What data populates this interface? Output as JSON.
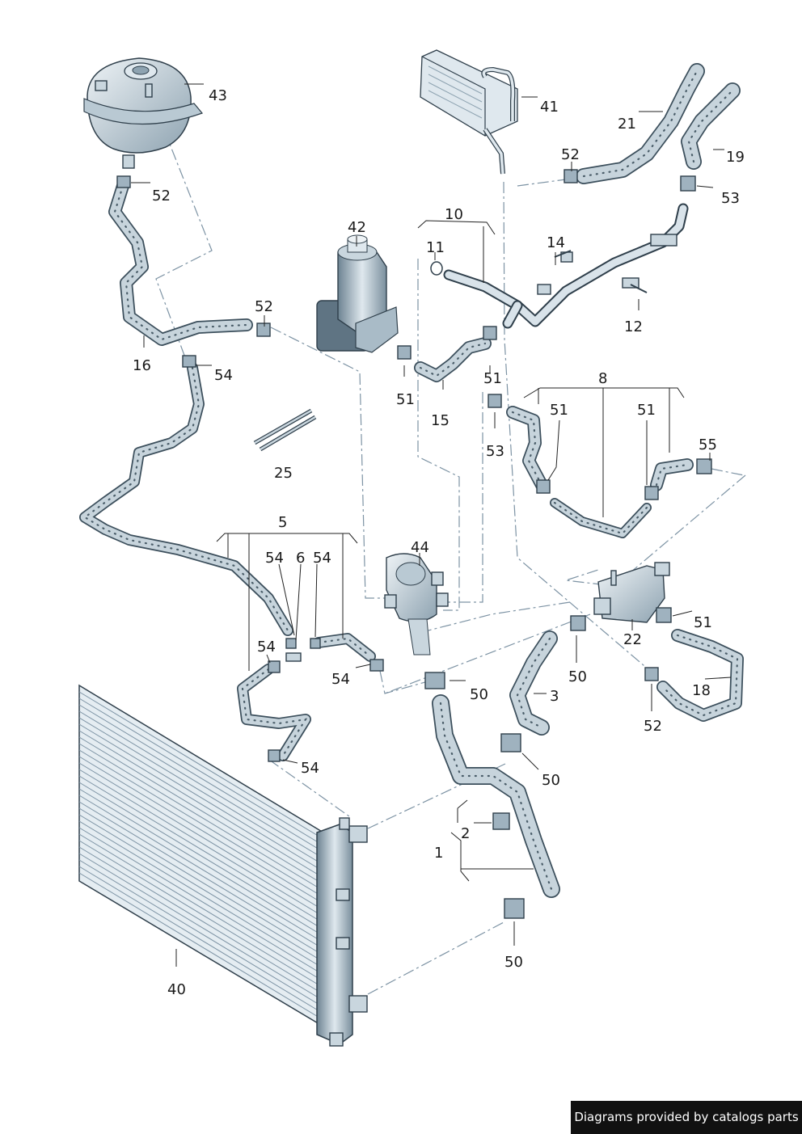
{
  "callouts": {
    "c43": "43",
    "c52a": "52",
    "c16": "16",
    "c52b": "52",
    "c54a": "54",
    "c42": "42",
    "c10": "10",
    "c11": "11",
    "c14": "14",
    "c12": "12",
    "c41": "41",
    "c21": "21",
    "c52c": "52",
    "c19": "19",
    "c53a": "53",
    "c51a": "51",
    "c15": "15",
    "c51b": "51",
    "c25": "25",
    "c8": "8",
    "c51c": "51",
    "c51d": "51",
    "c55": "55",
    "c53b": "53",
    "c5": "5",
    "c54b": "54",
    "c6": "6",
    "c54c": "54",
    "c44": "44",
    "c54d": "54",
    "c54e": "54",
    "c54f": "54",
    "c50a": "50",
    "c50b": "50",
    "c3": "3",
    "c22": "22",
    "c51e": "51",
    "c18": "18",
    "c52d": "52",
    "c50c": "50",
    "c2": "2",
    "c1": "1",
    "c50d": "50",
    "c40": "40"
  },
  "credit": "Diagrams provided by catalogs parts"
}
